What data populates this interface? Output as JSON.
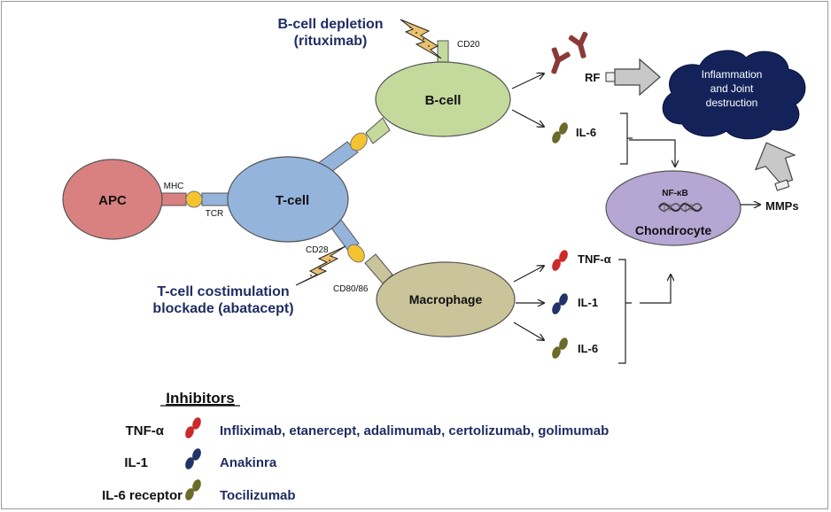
{
  "nodes": {
    "apc": "APC",
    "tcell": "T-cell",
    "bcell": "B-cell",
    "macrophage": "Macrophage",
    "chondrocyte": "Chondrocyte",
    "nfkb": "NF-κB",
    "inflammation": [
      "Inflammation",
      "and Joint",
      "destruction"
    ]
  },
  "receptors": {
    "mhc": "MHC",
    "tcr": "TCR",
    "cd20": "CD20",
    "cd28": "CD28",
    "cd80_86": "CD80/86"
  },
  "products": {
    "rf": "RF",
    "il6_b": "IL-6",
    "tnf": "TNF-α",
    "il1": "IL-1",
    "il6_m": "IL-6",
    "mmps": "MMPs"
  },
  "interventions": {
    "bcell_depletion": [
      "B-cell depletion",
      "(rituximab)"
    ],
    "tcell_costim": [
      "T-cell costimulation",
      "blockade (abatacept)"
    ]
  },
  "inhibitors": {
    "title": "Inhibitors",
    "rows": [
      {
        "target": "TNF-α",
        "drugs": "Infliximab, etanercept, adalimumab, certolizumab, golimumab",
        "color": "#cc2a2a"
      },
      {
        "target": "IL-1",
        "drugs": "Anakinra",
        "color": "#223366"
      },
      {
        "target": "IL-6 receptor",
        "drugs": "Tocilizumab",
        "color": "#6b6b2a"
      }
    ]
  },
  "colors": {
    "apc": "#d98080",
    "tcell": "#94b4dc",
    "bcell": "#c4da9c",
    "macrophage": "#cac49a",
    "chondrocyte": "#b6a6d4",
    "cloud": "#13235a",
    "navy_text": "#1f2d63",
    "ligand": "#f4c430",
    "rf": "#8b3a3a"
  }
}
